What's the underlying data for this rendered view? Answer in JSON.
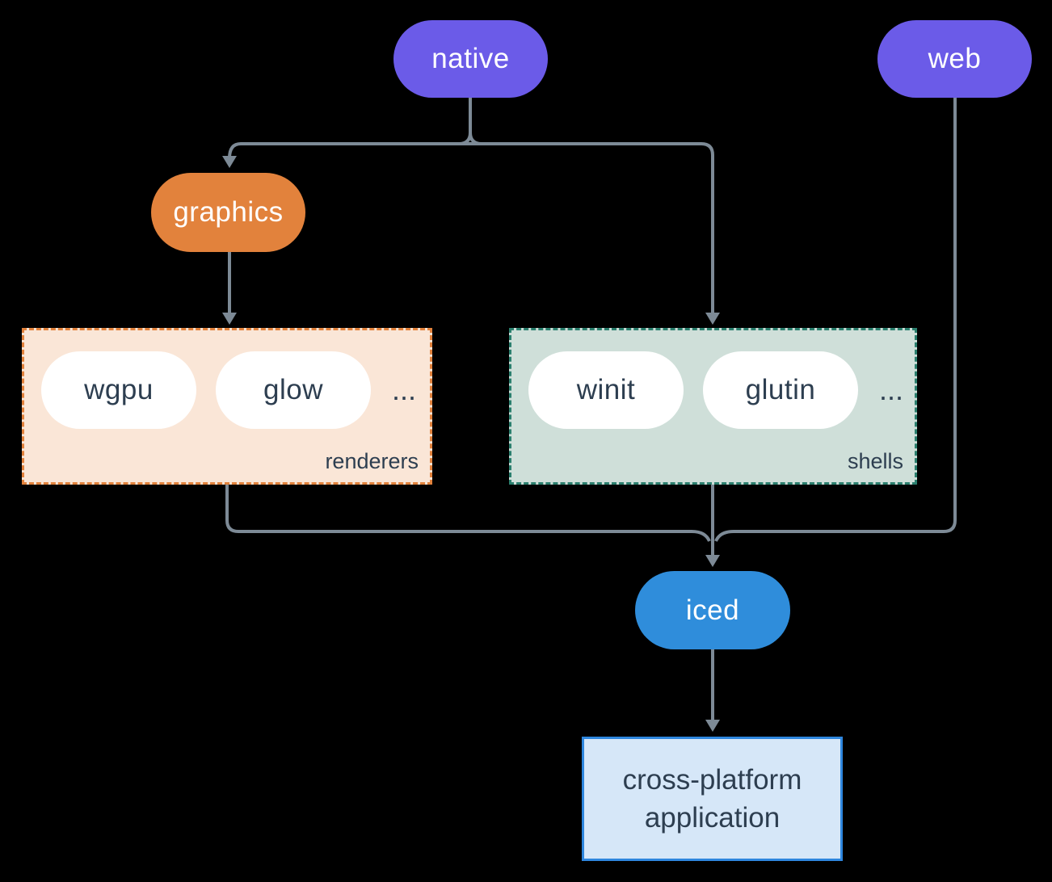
{
  "nodes": {
    "native": {
      "label": "native"
    },
    "web": {
      "label": "web"
    },
    "graphics": {
      "label": "graphics"
    },
    "iced": {
      "label": "iced"
    },
    "application": {
      "line1": "cross-platform",
      "line2": "application"
    }
  },
  "groups": {
    "renderers": {
      "label": "renderers",
      "ellipsis": "...",
      "items": [
        {
          "label": "wgpu"
        },
        {
          "label": "glow"
        }
      ]
    },
    "shells": {
      "label": "shells",
      "ellipsis": "...",
      "items": [
        {
          "label": "winit"
        },
        {
          "label": "glutin"
        }
      ]
    }
  },
  "colors": {
    "background": "#000000",
    "platform": "#6B5BE8",
    "graphics": "#E2823C",
    "renderers_bg": "#FAE6D7",
    "renderers_border": "#E2823C",
    "shells_bg": "#CFDFD9",
    "shells_border": "#2B7F6E",
    "iced": "#2F8DDB",
    "app_bg": "#D6E7F8",
    "app_border": "#2E86DE",
    "connector": "#7D8A96",
    "text_dark": "#2D3E50",
    "text_light": "#FFFFFF"
  }
}
